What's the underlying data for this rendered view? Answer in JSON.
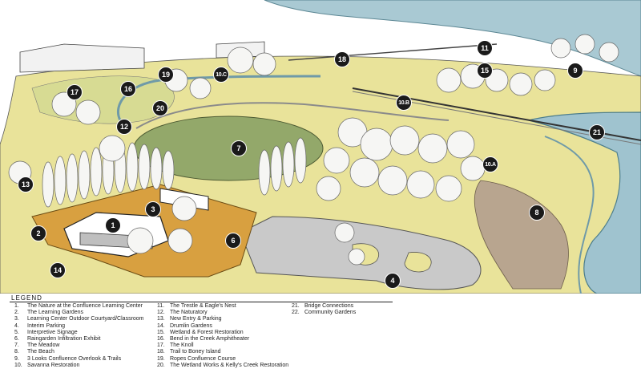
{
  "markers": [
    {
      "label": "1",
      "small": false
    },
    {
      "label": "2",
      "small": false
    },
    {
      "label": "3",
      "small": false
    },
    {
      "label": "4",
      "small": false
    },
    {
      "label": "6",
      "small": false
    },
    {
      "label": "7",
      "small": false
    },
    {
      "label": "8",
      "small": false
    },
    {
      "label": "9",
      "small": false
    },
    {
      "label": "10.A",
      "small": true
    },
    {
      "label": "10.B",
      "small": true
    },
    {
      "label": "10.C",
      "small": true
    },
    {
      "label": "11",
      "small": false
    },
    {
      "label": "12",
      "small": false
    },
    {
      "label": "13",
      "small": false
    },
    {
      "label": "14",
      "small": false
    },
    {
      "label": "15",
      "small": false
    },
    {
      "label": "16",
      "small": false
    },
    {
      "label": "17",
      "small": false
    },
    {
      "label": "18",
      "small": false
    },
    {
      "label": "19",
      "small": false
    },
    {
      "label": "20",
      "small": false
    },
    {
      "label": "21",
      "small": false
    }
  ],
  "legend": {
    "title": "LEGEND",
    "columns": [
      [
        {
          "num": "1.",
          "text": "The Nature at the Confluence Learning Center"
        },
        {
          "num": "2.",
          "text": "The Learning Gardens"
        },
        {
          "num": "3.",
          "text": "Learning Center Outdoor Courtyard/Classroom"
        },
        {
          "num": "4.",
          "text": "Interim Parking"
        },
        {
          "num": "5.",
          "text": "Interpretive Signage"
        },
        {
          "num": "6.",
          "text": "Raingarden Infiltration Exhibit"
        },
        {
          "num": "7.",
          "text": "The Meadow"
        },
        {
          "num": "8.",
          "text": "The Beach"
        },
        {
          "num": "9.",
          "text": "3 Looks Confluence Overlook & Trails"
        },
        {
          "num": "10.",
          "text": "Savanna Restoration"
        }
      ],
      [
        {
          "num": "11.",
          "text": "The Trestle & Eagle's Nest"
        },
        {
          "num": "12.",
          "text": "The Naturatory"
        },
        {
          "num": "13.",
          "text": "New Entry & Parking"
        },
        {
          "num": "14.",
          "text": "Drumlin Gardens"
        },
        {
          "num": "15.",
          "text": "Wetland & Forest Restoration"
        },
        {
          "num": "16.",
          "text": "Bend in the Creek Amphitheater"
        },
        {
          "num": "17.",
          "text": "The Knoll"
        },
        {
          "num": "18.",
          "text": "Trail to Boney Island"
        },
        {
          "num": "19.",
          "text": "Ropes Confluence Course"
        },
        {
          "num": "20.",
          "text": "The Wetland Works & Kelly's Creek Restoration"
        }
      ],
      [
        {
          "num": "21.",
          "text": "Bridge Connections"
        },
        {
          "num": "22.",
          "text": "Community Gardens"
        }
      ]
    ]
  },
  "colors": {
    "grass": "#e9e39a",
    "meadow": "#93a86a",
    "river": "#9fc3cf",
    "river_dark": "#6f9aa8",
    "beach": "#b8a58f",
    "paving": "#d8a040",
    "parking": "#c9c9c9",
    "tree": "#f6f6f4",
    "ink": "#1a1a1a"
  }
}
